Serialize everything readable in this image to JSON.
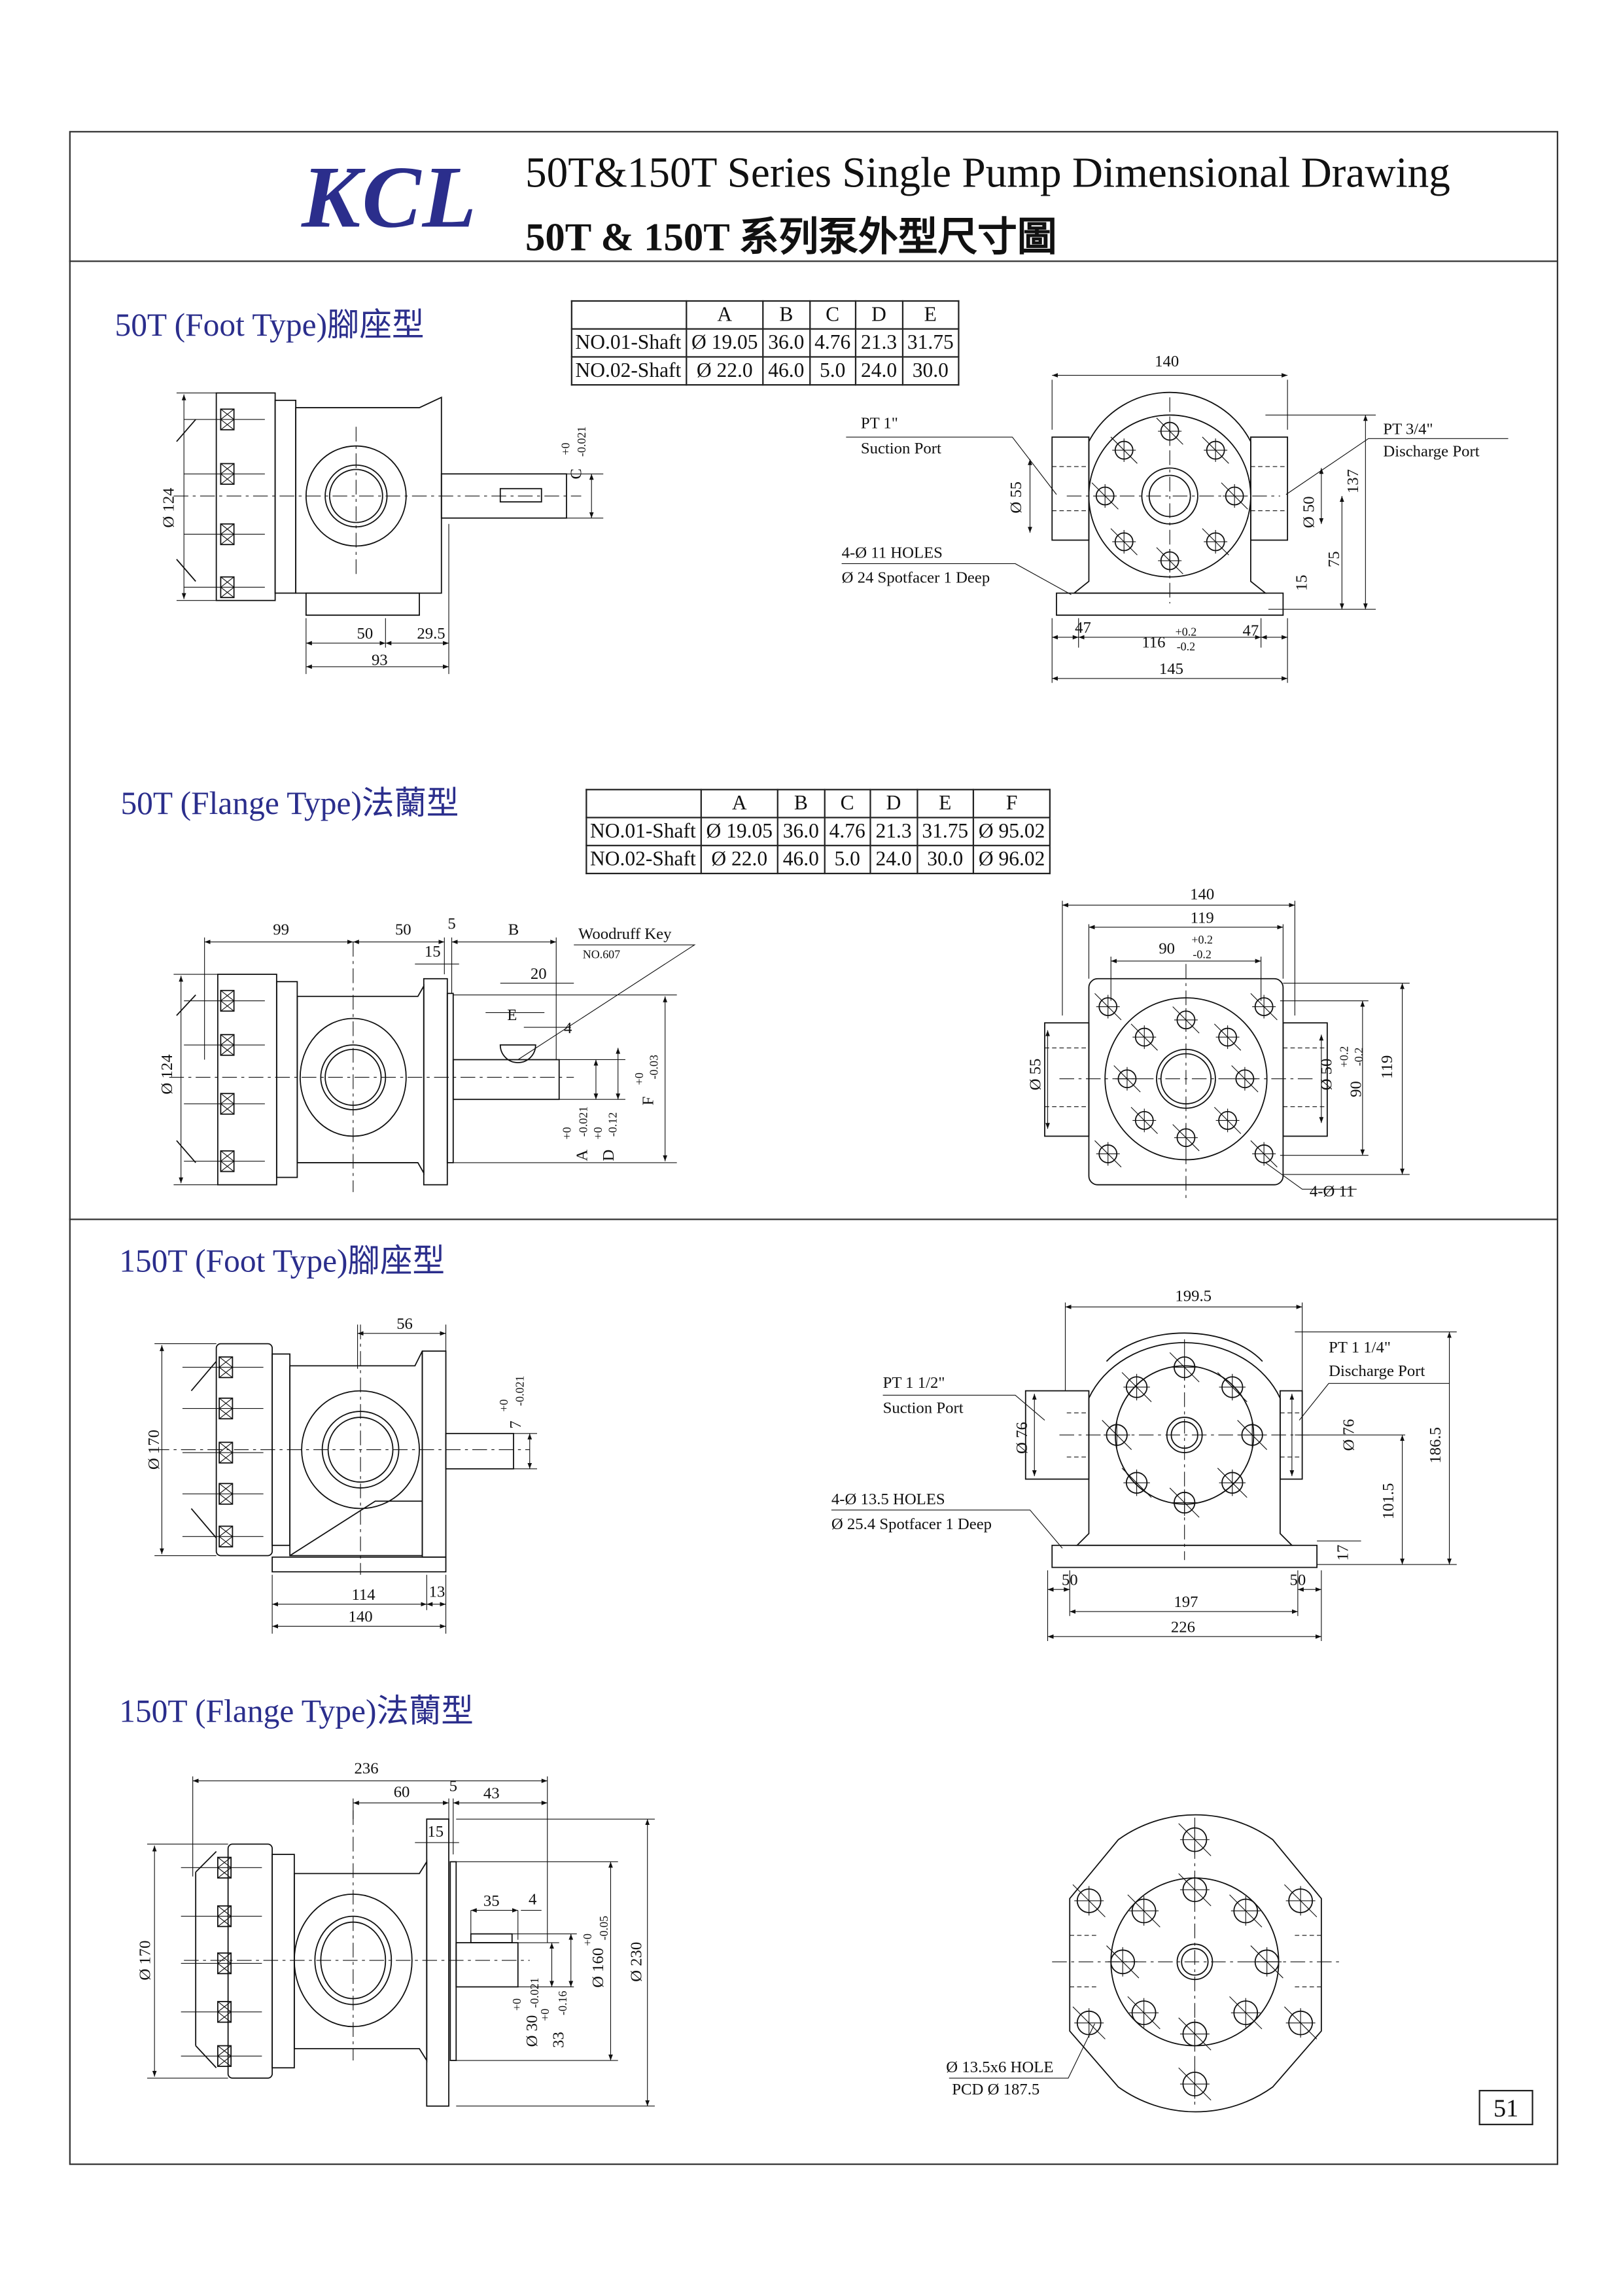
{
  "header": {
    "logo": "KCL",
    "title_en": "50T&150T Series Single  Pump Dimensional Drawing",
    "title_zh": "50T & 150T 系列泵外型尺寸圖"
  },
  "colors": {
    "brand": "#2b2e8c",
    "line": "#111111"
  },
  "sections": [
    {
      "title": "50T  (Foot Type)腳座型",
      "table": {
        "headers": [
          "",
          "A",
          "B",
          "C",
          "D",
          "E"
        ],
        "rows": [
          [
            "NO.01-Shaft",
            "Ø 19.05",
            "36.0",
            "4.76",
            "21.3",
            "31.75"
          ],
          [
            "NO.02-Shaft",
            "Ø 22.0",
            "46.0",
            "5.0",
            "24.0",
            "30.0"
          ]
        ]
      },
      "side": [
        "Ø 124",
        "C",
        "+0",
        "-0.021",
        "50",
        "29.5",
        "93"
      ],
      "front": [
        "140",
        "PT  1\"",
        "Suction Port",
        "PT 3/4\"",
        "Discharge Port",
        "Ø 55",
        "Ø 50",
        "137",
        "75",
        "15",
        "4-Ø 11 HOLES",
        "Ø 24 Spotfacer 1 Deep",
        "47",
        "116",
        "+0.2",
        "-0.2",
        "47",
        "145"
      ]
    },
    {
      "title": "50T  (Flange Type)法蘭型",
      "table": {
        "headers": [
          "",
          "A",
          "B",
          "C",
          "D",
          "E",
          "F"
        ],
        "rows": [
          [
            "NO.01-Shaft",
            "Ø 19.05",
            "36.0",
            "4.76",
            "21.3",
            "31.75",
            "Ø 95.02"
          ],
          [
            "NO.02-Shaft",
            "Ø 22.0",
            "46.0",
            "5.0",
            "24.0",
            "30.0",
            "Ø 96.02"
          ]
        ]
      },
      "side": [
        "99",
        "50",
        "5",
        "B",
        "Woodruff   Key",
        "NO.607",
        "15",
        "20",
        "E",
        "4",
        "Ø 124",
        "A",
        "+0",
        "-0.021",
        "D",
        "+0",
        "-0.12",
        "F",
        "+0",
        "-0.03"
      ],
      "front": [
        "140",
        "119",
        "90",
        "+0.2",
        "-0.2",
        "Ø 55",
        "Ø 50",
        "90",
        "+0.2",
        "-0.2",
        "119",
        "4-Ø 11"
      ]
    },
    {
      "title": "150T  (Foot Type)腳座型",
      "side": [
        "56",
        "Ø 170",
        "7",
        "+0",
        "-0.021",
        "114",
        "13",
        "140"
      ],
      "front": [
        "199.5",
        "PT 1 1/4\"",
        "Discharge Port",
        "PT 1 1/2\"",
        "Suction Port",
        "Ø 76",
        "Ø 76",
        "186.5",
        "101.5",
        "17",
        "4-Ø 13.5 HOLES",
        "Ø 25.4 Spotfacer 1 Deep",
        "50",
        "50",
        "197",
        "226"
      ]
    },
    {
      "title": "150T  (Flange Type)法蘭型",
      "side": [
        "236",
        "60",
        "5",
        "43",
        "15",
        "35",
        "4",
        "Ø 170",
        "Ø 30",
        "+0",
        "-0.021",
        "33",
        "+0",
        "-0.16",
        "Ø 160",
        "+0",
        "-0.05",
        "Ø 230"
      ],
      "front": [
        "Ø 13.5x6 HOLE",
        "PCD Ø 187.5"
      ]
    }
  ],
  "page_number": "51"
}
